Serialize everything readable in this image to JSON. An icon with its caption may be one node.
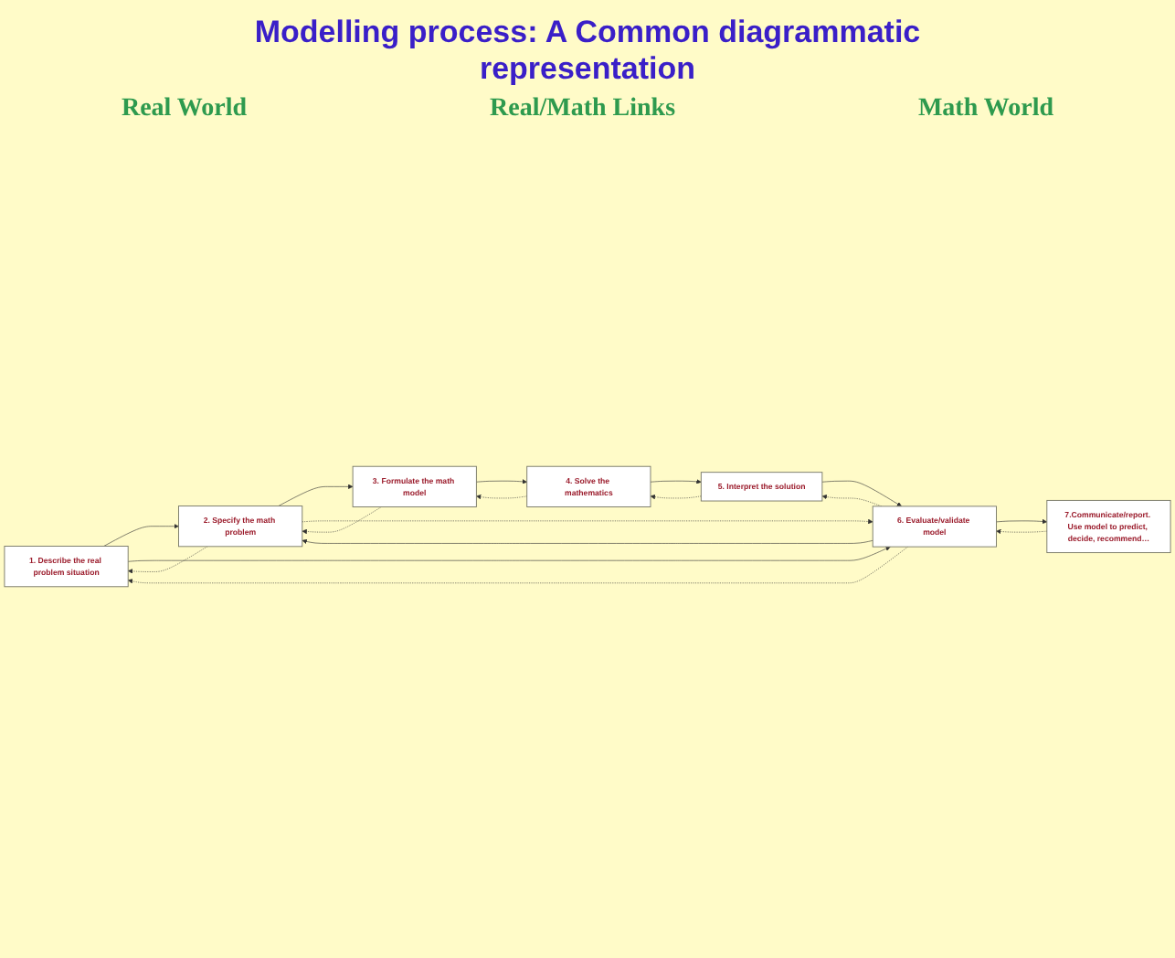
{
  "diagram": {
    "title": "Modelling process: A Common diagrammatic representation",
    "nodes": [
      {
        "text": [
          "1. Describe the real problem situation"
        ]
      },
      {
        "text": [
          "2. Specify the math problem"
        ]
      },
      {
        "text": [
          "3. Formulate the math model"
        ]
      },
      {
        "text": [
          "6. Evaluate/validate model"
        ]
      },
      {
        "text": [
          "5. Interpret the solution"
        ]
      },
      {
        "text": [
          "4. Solve the mathematics"
        ]
      },
      {
        "text": [
          "7.Communicate/report. Use model to predict, decide, recommend…"
        ]
      }
    ],
    "edges": [
      {
        "from": 0,
        "to": 1,
        "arrow": "to"
      },
      {
        "from": 1,
        "to": 0,
        "arrow": "to",
        "style": "dashed"
      },
      {
        "from": 1,
        "to": 2,
        "arrow": "to"
      },
      {
        "from": 2,
        "to": 1,
        "arrow": "to",
        "style": "dashed"
      },
      {
        "from": 2,
        "to": 5,
        "arrow": "to"
      },
      {
        "from": 5,
        "to": 2,
        "arrow": "to",
        "style": "dashed"
      },
      {
        "from": 5,
        "to": 4,
        "arrow": "to"
      },
      {
        "from": 4,
        "to": 5,
        "arrow": "to",
        "style": "dashed"
      },
      {
        "from": 4,
        "to": 3,
        "arrow": "to"
      },
      {
        "from": 3,
        "to": 4,
        "arrow": "to",
        "style": "dashed"
      },
      {
        "from": 3,
        "to": 1,
        "arrow": "to"
      },
      {
        "from": 1,
        "to": 3,
        "arrow": "to",
        "style": "dashed"
      },
      {
        "from": 0,
        "to": 3,
        "arrow": "to"
      },
      {
        "from": 3,
        "to": 0,
        "arrow": "to",
        "style": "dashed"
      },
      {
        "from": 3,
        "to": 6,
        "arrow": "to"
      },
      {
        "from": 6,
        "to": 3,
        "arrow": "to",
        "style": "dashed"
      }
    ],
    "labels": [
      "Real World",
      "Real/Math Links",
      "Math World"
    ]
  }
}
